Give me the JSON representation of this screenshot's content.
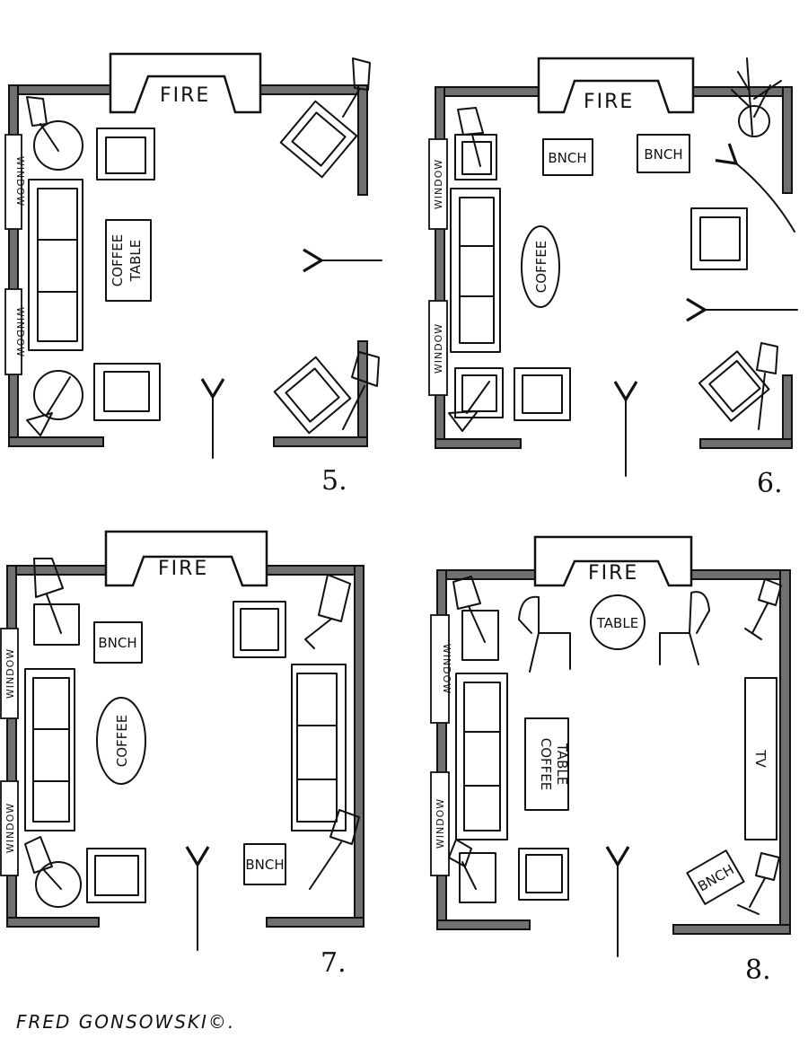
{
  "plans": [
    {
      "number": "5.",
      "fire": "FIRE",
      "window1": "WINDOW",
      "window2": "WINDOW",
      "coffee1": "COFFEE",
      "coffee2": "TABLE"
    },
    {
      "number": "6.",
      "fire": "FIRE",
      "window1": "WINDOW",
      "window2": "WINDOW",
      "coffee": "COFFEE",
      "bench1": "BNCH",
      "bench2": "BNCH"
    },
    {
      "number": "7.",
      "fire": "FIRE",
      "window1": "WINDOW",
      "window2": "WINDOW",
      "coffee": "COFFEE",
      "bench1": "BNCH",
      "bench2": "BNCH"
    },
    {
      "number": "8.",
      "fire": "FIRE",
      "window1": "WINDOW",
      "window2": "WINDOW",
      "coffee1": "COFFEE",
      "coffee2": "TABLE",
      "table": "TABLE",
      "tv": "TV",
      "bench": "BNCH"
    }
  ],
  "signature": "FRED GONSOWSKI©."
}
